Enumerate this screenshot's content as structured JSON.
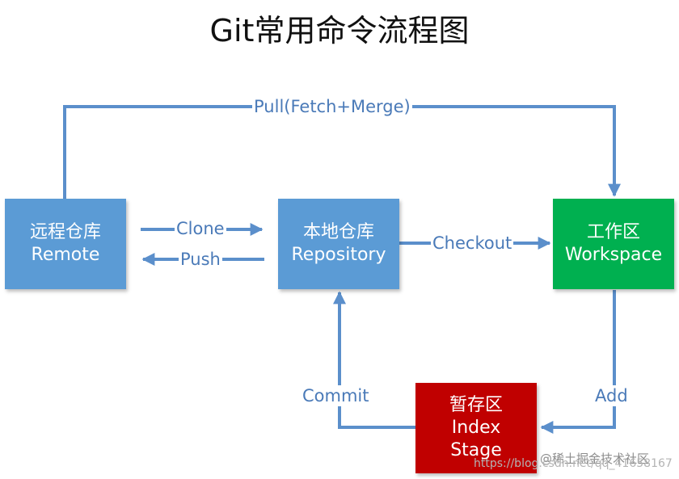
{
  "title": "Git常用命令流程图",
  "colors": {
    "arrow": "#5b8fcb",
    "label": "#4a7ab8",
    "remote": "#5b9bd5",
    "repository": "#5b9bd5",
    "workspace": "#00b050",
    "index": "#c00000"
  },
  "nodes": {
    "remote": {
      "line1": "远程仓库",
      "line2": "Remote"
    },
    "repository": {
      "line1": "本地仓库",
      "line2": "Repository"
    },
    "workspace": {
      "line1": "工作区",
      "line2": "Workspace"
    },
    "index": {
      "line1": "暂存区",
      "line2": "Index",
      "line3": "Stage"
    }
  },
  "edges": {
    "pull": "Pull(Fetch+Merge)",
    "clone": "Clone",
    "push": "Push",
    "checkout": "Checkout",
    "add": "Add",
    "commit": "Commit"
  },
  "watermark": {
    "brand": "@稀土掘金技术社区",
    "url": "https://blog.csdn.net/qq_41658167"
  }
}
